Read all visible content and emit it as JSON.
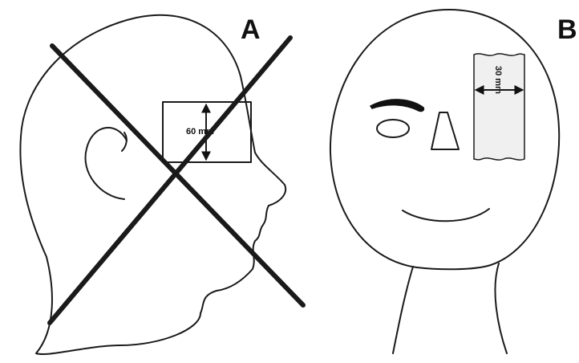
{
  "panels": [
    {
      "letter": "A",
      "measurement": "60 mm",
      "marked_incorrect": true
    },
    {
      "letter": "B",
      "measurement": "30 mm",
      "marked_incorrect": false
    }
  ],
  "colors": {
    "line": "#1a1a1a",
    "background": "#ffffff",
    "strip_fill": "#f0f0f0"
  }
}
